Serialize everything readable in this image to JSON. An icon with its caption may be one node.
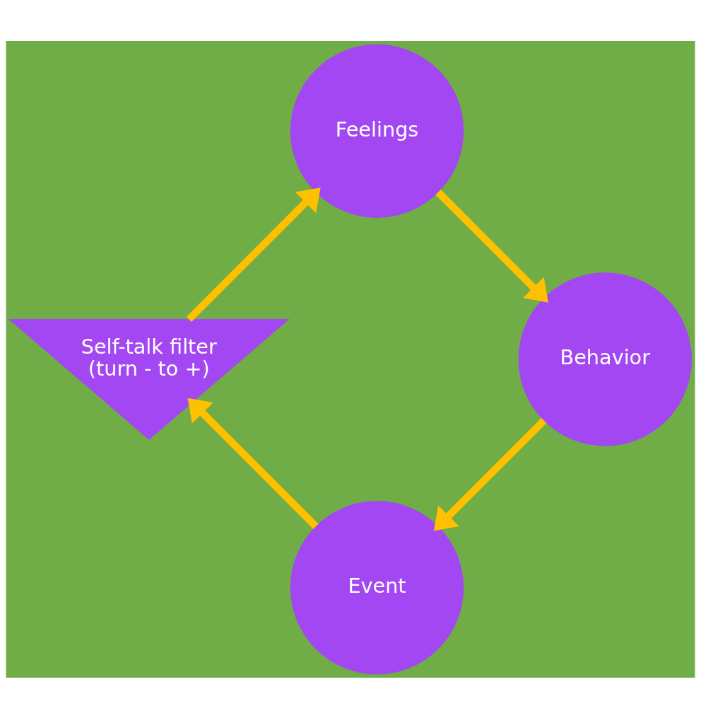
{
  "diagram": {
    "nodes": [
      {
        "text": [
          "Event"
        ]
      },
      {
        "text": [
          "Behavior"
        ]
      },
      {
        "text": [
          "Self-talk filter",
          "(turn - to +)"
        ]
      },
      {
        "text": [
          "Feelings"
        ]
      }
    ],
    "edges": [
      {
        "from": 0,
        "to": 2,
        "arrow": "to"
      },
      {
        "from": 2,
        "to": 3,
        "arrow": "to"
      },
      {
        "from": 3,
        "to": 1,
        "arrow": "to"
      },
      {
        "from": 1,
        "to": 0,
        "arrow": "to"
      }
    ]
  }
}
